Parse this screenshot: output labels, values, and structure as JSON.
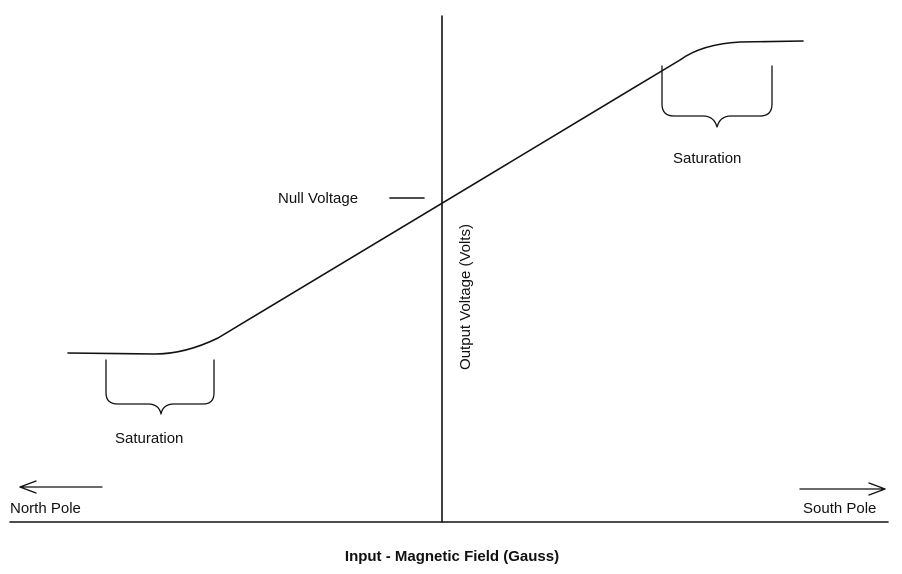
{
  "diagram": {
    "x_axis_label": "Input - Magnetic Field (Gauss)",
    "y_axis_label": "Output Voltage (Volts)",
    "null_voltage_label": "Null Voltage",
    "saturation_high_label": "Saturation",
    "saturation_low_label": "Saturation",
    "north_pole_label": "North Pole",
    "south_pole_label": "South Pole"
  },
  "colors": {
    "ink": "#111111",
    "background": "#ffffff"
  }
}
